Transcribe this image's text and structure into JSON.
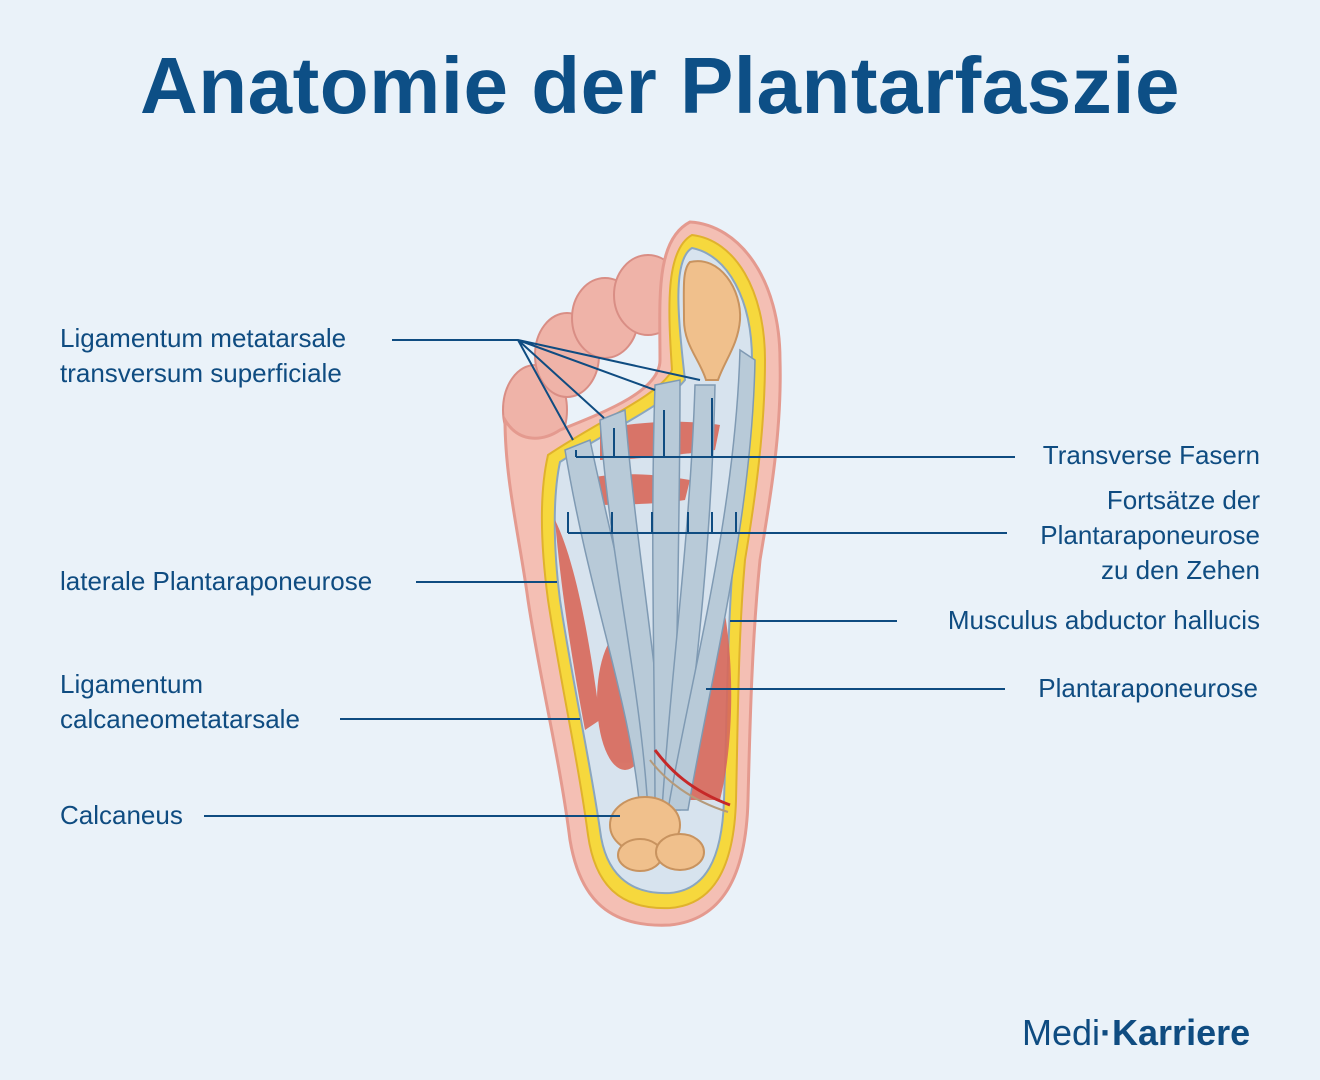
{
  "title": "Anatomie der Plantarfaszie",
  "labels": {
    "lig_meta_1": "Ligamentum metatarsale",
    "lig_meta_2": "transversum superficiale",
    "transverse": "Transverse Fasern",
    "fortsaetze_1": "Fortsätze der",
    "fortsaetze_2": "Plantaraponeurose",
    "fortsaetze_3": "zu den Zehen",
    "laterale": "laterale Plantaraponeurose",
    "abductor": "Musculus abductor hallucis",
    "lig_calc_1": "Ligamentum",
    "lig_calc_2": "calcaneometatarsale",
    "plantar": "Plantaraponeurose",
    "calcaneus": "Calcaneus"
  },
  "logo": {
    "part1": "Medi",
    "sep": "·",
    "part2": "Karriere"
  },
  "colors": {
    "background": "#eaf2f9",
    "text": "#0f4c81",
    "skin": "#f2b8ae",
    "fat": "#f5d73a",
    "fascia": "#b9cbd9",
    "muscle": "#d9695a",
    "bone": "#f1c290"
  }
}
